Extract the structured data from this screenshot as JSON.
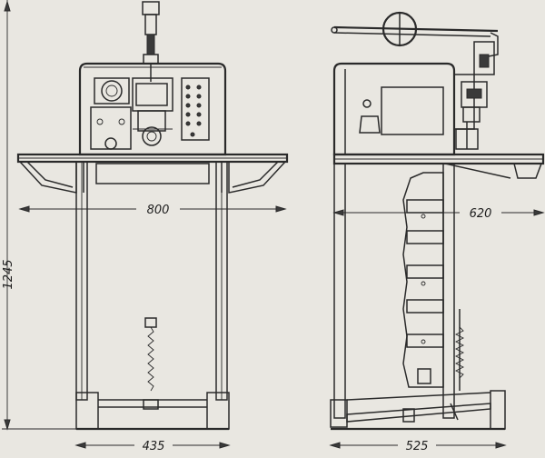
{
  "dimensions": {
    "front_width": "800",
    "front_base": "435",
    "height": "1245",
    "side_width": "620",
    "side_base": "525"
  }
}
